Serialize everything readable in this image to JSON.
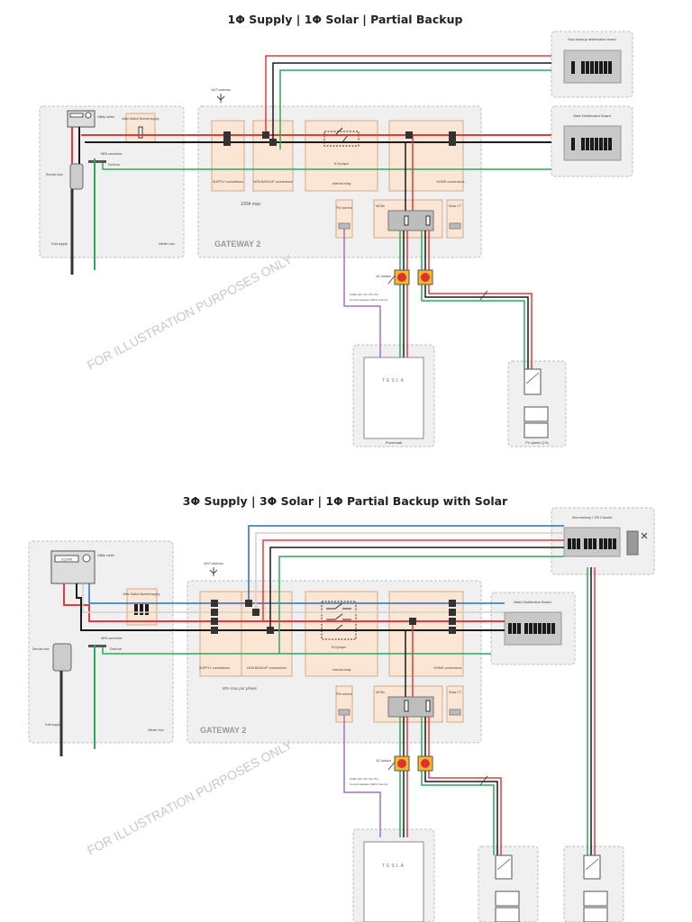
{
  "colors": {
    "active": "#e53a3a",
    "neutral": "#1a1a1a",
    "earth": "#2eaa5c",
    "comms": "#a070c8",
    "blue": "#2a6fb5",
    "enclosure": "#f0f0f0",
    "section": "#fbe6d6",
    "grid_stroke": "#bcbcbc"
  },
  "diagram1": {
    "title": "1Φ Supply | 1Φ Solar | Partial Backup",
    "non_backup_board": "Non-backup distribution board",
    "main_board": "Main Distribution Board",
    "wifi_label": "Wi-Fi antenna",
    "utility_meter": "Utility meter",
    "main_switch": "Main Switch Normal supply",
    "service_fuse": "Service fuse",
    "mens": "MEN connection",
    "earth_bar": "Earth bar",
    "grid_supply": "Grid supply",
    "meter_box": "Meter box",
    "supply_conn": "SUPPLY connections",
    "non_backup_conn": "NON BACKUP connections",
    "internal_relay": "Internal relay",
    "home_conn": "HOME connections",
    "n_jumper": "N-N jumper",
    "max_label": "100A max",
    "pw_comms": "PW comms",
    "mcbs": "MCBs",
    "solar_ct": "Solar CT",
    "gateway": "GATEWAY 2",
    "ac_isolator": "AC isolator",
    "cable_note": "Cable (AC, DC, Pw, Ps)",
    "comms_note": "Comms between (SE?) Comms",
    "tesla": "TESLA",
    "powerwall": "Powerwall",
    "pv_system": "PV system (1Φ)",
    "watermark": "FOR ILLUSTRATION PURPOSES ONLY"
  },
  "diagram2": {
    "title": "3Φ Supply | 3Φ Solar | 1Φ Partial Backup with Solar",
    "non_backup_board": "Non backup / 3Φ Circuits",
    "main_board": "Main Distribution Board",
    "wifi_label": "Wi-Fi antenna",
    "utility_meter": "Utility meter",
    "meter_display": "012345",
    "main_switch": "Main Switch Normal supply",
    "service_fuse": "Service fuse",
    "mens": "MEN connection",
    "earth_bar": "Earth bar",
    "grid_supply": "Grid supply",
    "meter_box": "Meter box",
    "supply_conn": "SUPPLY connections",
    "non_backup_conn": "NON BACKUP connections",
    "internal_relay": "Internal relay",
    "home_conn": "HOME connections",
    "n_jumper": "N-N jumper",
    "max_label": "80A max per phase",
    "pw_comms": "PW comms",
    "mcbs": "MCBs",
    "solar_ct": "Solar CT",
    "gateway": "GATEWAY 2",
    "ac_isolator": "AC isolator",
    "cable_note": "Cable (AC, DC, Pw, Ps)",
    "comms_note": "Comms between (SE?) Comms",
    "tesla": "TESLA",
    "watermark": "FOR ILLUSTRATION PURPOSES ONLY"
  }
}
